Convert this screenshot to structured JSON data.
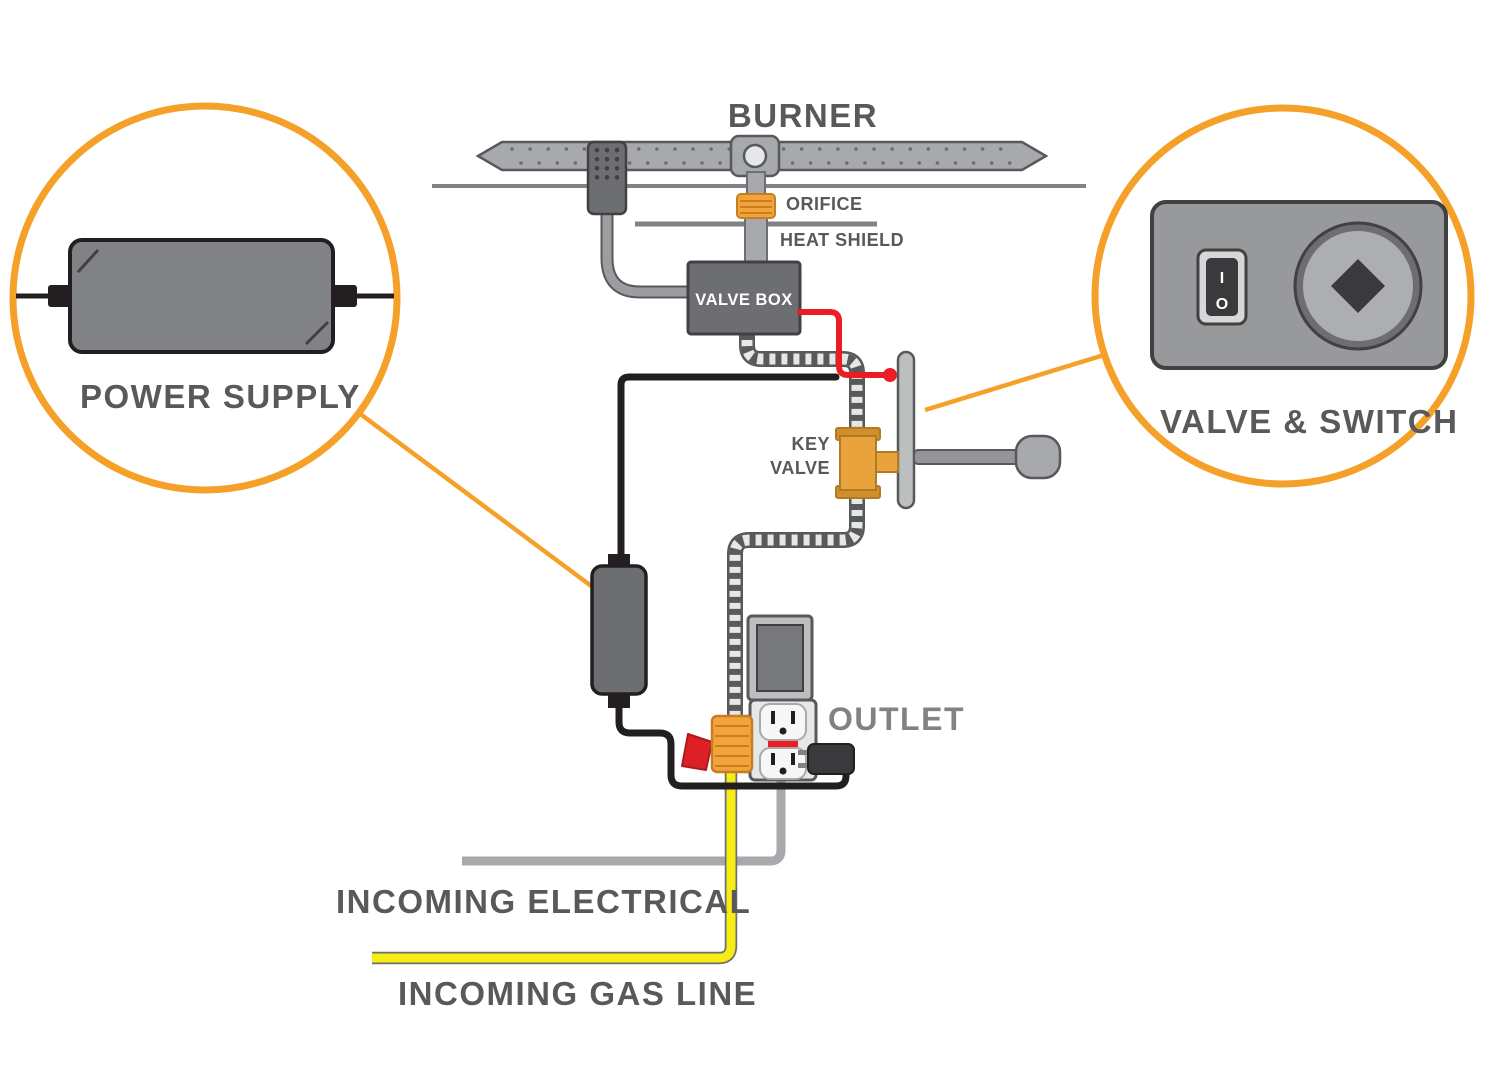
{
  "colors": {
    "accent_orange": "#F5A028",
    "label_dark": "#58595B",
    "label_gray": "#808285",
    "wire_red": "#EC1C24",
    "wire_black": "#231F20",
    "gas_yellow": "#F7EC13",
    "electrical_gray": "#A7A9AC",
    "brass": "#E8A33D",
    "component_gray": "#808285"
  },
  "labels": {
    "burner": "BURNER",
    "orifice": "ORIFICE",
    "heat_shield": "HEAT SHIELD",
    "valve_box": "VALVE BOX",
    "key_valve_line1": "KEY",
    "key_valve_line2": "VALVE",
    "outlet": "OUTLET",
    "incoming_electrical": "INCOMING ELECTRICAL",
    "incoming_gas_line": "INCOMING GAS LINE",
    "power_supply": "POWER SUPPLY",
    "valve_and_switch": "VALVE & SWITCH"
  },
  "switch": {
    "on": "I",
    "off": "O"
  }
}
